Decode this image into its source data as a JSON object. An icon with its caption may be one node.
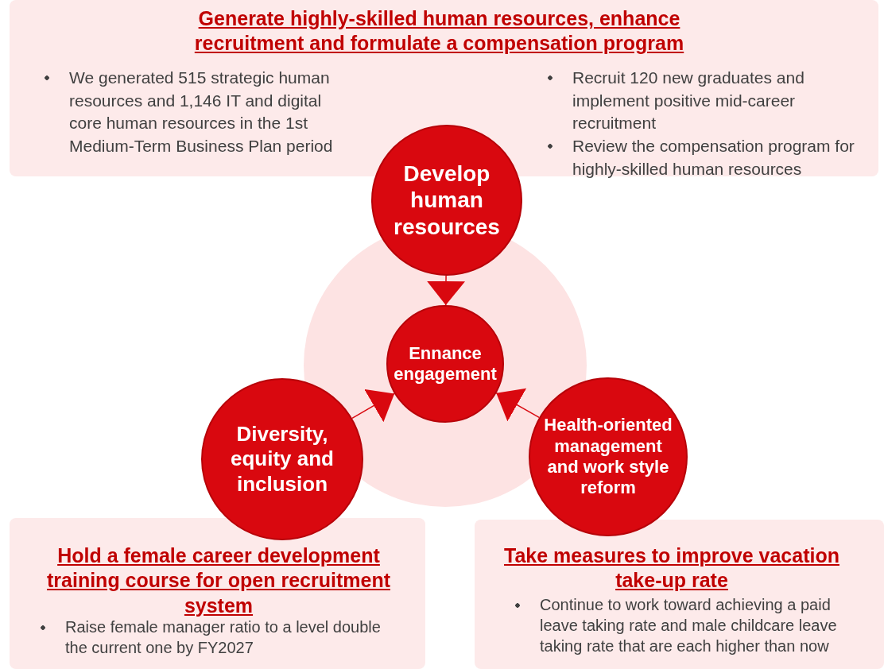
{
  "diagram": {
    "nodes": [
      {
        "text": [
          "Generate highly-skilled human resources, enhance recruitment and formulate a compensation program",
          "We generated 515 strategic human resources and 1,146 IT and digital core human resources in the 1st Medium-Term Business Plan period",
          "Recruit 120 new graduates and implement positive mid-career recruitment",
          "Review the compensation program for highly-skilled human resources"
        ]
      },
      {
        "text": [
          "Develop human resources"
        ]
      },
      {
        "text": [
          "Ennance engagement"
        ]
      },
      {
        "text": [
          "Diversity, equity and inclusion"
        ]
      },
      {
        "text": [
          "Health-oriented management and work style reform"
        ]
      },
      {
        "text": [
          "Hold a female career development training course for open recruitment system",
          "Raise female manager ratio to a level double the current one by FY2027"
        ]
      },
      {
        "text": [
          "Take measures to improve vacation take-up rate",
          "Continue to work toward achieving a paid leave taking rate and male childcare leave taking rate that are each higher than now"
        ]
      }
    ],
    "edges": [
      {
        "from": 1,
        "to": 2,
        "arrow": "to"
      },
      {
        "from": 3,
        "to": 2,
        "arrow": "to"
      },
      {
        "from": 4,
        "to": 2,
        "arrow": "to"
      }
    ]
  }
}
